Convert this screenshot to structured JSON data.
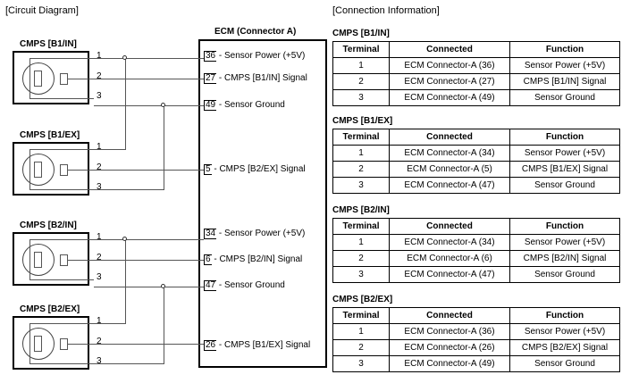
{
  "sections": {
    "circuit_title": "[Circuit Diagram]",
    "connection_title": "[Connection Information]"
  },
  "circuit": {
    "ecm": {
      "label": "ECM (Connector A)",
      "pins": [
        {
          "num": "36",
          "text": " - Sensor Power (+5V)"
        },
        {
          "num": "27",
          "text": " - CMPS [B1/IN] Signal"
        },
        {
          "num": "49",
          "text": " - Sensor Ground"
        },
        {
          "num": "5",
          "text": " - CMPS [B2/EX] Signal"
        },
        {
          "num": "34",
          "text": " - Sensor Power (+5V)"
        },
        {
          "num": "6",
          "text": " - CMPS [B2/IN] Signal"
        },
        {
          "num": "47",
          "text": " - Sensor Ground"
        },
        {
          "num": "26",
          "text": " - CMPS [B1/EX] Signal"
        }
      ]
    },
    "sensors": [
      {
        "label": "CMPS [B1/IN]",
        "pins": [
          "1",
          "2",
          "3"
        ]
      },
      {
        "label": "CMPS [B1/EX]",
        "pins": [
          "1",
          "2",
          "3"
        ]
      },
      {
        "label": "CMPS [B2/IN]",
        "pins": [
          "1",
          "2",
          "3"
        ]
      },
      {
        "label": "CMPS [B2/EX]",
        "pins": [
          "1",
          "2",
          "3"
        ]
      }
    ]
  },
  "tables": [
    {
      "label": "CMPS [B1/IN]",
      "headers": [
        "Terminal",
        "Connected",
        "Function"
      ],
      "rows": [
        [
          "1",
          "ECM  Connector-A (36)",
          "Sensor Power (+5V)"
        ],
        [
          "2",
          "ECM  Connector-A (27)",
          "CMPS [B1/IN] Signal"
        ],
        [
          "3",
          "ECM  Connector-A (49)",
          "Sensor Ground"
        ]
      ]
    },
    {
      "label": "CMPS [B1/EX]",
      "headers": [
        "Terminal",
        "Connected",
        "Function"
      ],
      "rows": [
        [
          "1",
          "ECM  Connector-A (34)",
          "Sensor Power (+5V)"
        ],
        [
          "2",
          "ECM  Connector-A (5)",
          "CMPS [B1/EX] Signal"
        ],
        [
          "3",
          "ECM  Connector-A (47)",
          "Sensor Ground"
        ]
      ]
    },
    {
      "label": "CMPS [B2/IN]",
      "headers": [
        "Terminal",
        "Connected",
        "Function"
      ],
      "rows": [
        [
          "1",
          "ECM  Connector-A (34)",
          "Sensor Power (+5V)"
        ],
        [
          "2",
          "ECM  Connector-A (6)",
          "CMPS [B2/IN] Signal"
        ],
        [
          "3",
          "ECM  Connector-A (47)",
          "Sensor Ground"
        ]
      ]
    },
    {
      "label": "CMPS [B2/EX]",
      "headers": [
        "Terminal",
        "Connected",
        "Function"
      ],
      "rows": [
        [
          "1",
          "ECM  Connector-A (36)",
          "Sensor Power (+5V)"
        ],
        [
          "2",
          "ECM  Connector-A (26)",
          "CMPS [B2/EX] Signal"
        ],
        [
          "3",
          "ECM  Connector-A (49)",
          "Sensor Ground"
        ]
      ]
    }
  ],
  "colors": {
    "line": "#555555",
    "box": "#000000",
    "background": "#ffffff"
  }
}
